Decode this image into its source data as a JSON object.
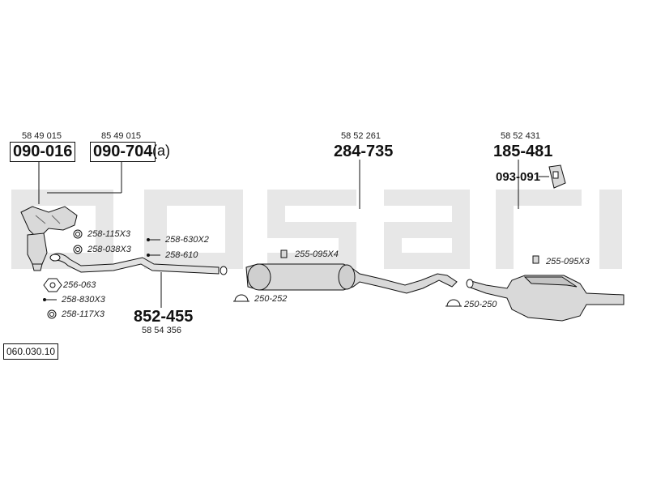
{
  "diagram": {
    "reference_number": "060.030.10",
    "watermark_text": "bosal",
    "parts": [
      {
        "oem": "58 49 015",
        "part_number": "090-016",
        "boxed": true,
        "suffix": ""
      },
      {
        "oem": "85 49 015",
        "part_number": "090-704",
        "boxed": true,
        "suffix": "(a)"
      },
      {
        "oem": "58 52 261",
        "part_number": "284-735",
        "boxed": false,
        "suffix": ""
      },
      {
        "oem": "58 52 431",
        "part_number": "185-481",
        "boxed": false,
        "suffix": ""
      },
      {
        "oem": "",
        "part_number": "093-091",
        "boxed": false,
        "suffix": ""
      },
      {
        "oem": "58 54 356",
        "part_number": "852-455",
        "boxed": false,
        "suffix": ""
      }
    ],
    "accessories": [
      {
        "code": "258-115X3",
        "icon": "ring-gasket-icon"
      },
      {
        "code": "258-038X3",
        "icon": "ring-gasket-icon"
      },
      {
        "code": "258-630X2",
        "icon": "bolt-icon"
      },
      {
        "code": "258-610",
        "icon": "bolt-icon"
      },
      {
        "code": "256-063",
        "icon": "flange-gasket-icon"
      },
      {
        "code": "258-830X3",
        "icon": "bolt-icon"
      },
      {
        "code": "258-117X3",
        "icon": "ring-gasket-icon"
      },
      {
        "code": "255-095X4",
        "icon": "rubber-mount-icon"
      },
      {
        "code": "250-252",
        "icon": "clamp-icon"
      },
      {
        "code": "250-250",
        "icon": "clamp-icon"
      },
      {
        "code": "255-095X3",
        "icon": "rubber-mount-icon"
      }
    ],
    "colors": {
      "line": "#111111",
      "watermark": "#e6e6e6",
      "part_fill": "#d9d9d9"
    }
  }
}
